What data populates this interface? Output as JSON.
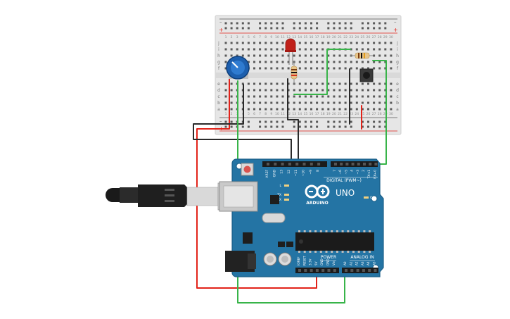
{
  "breadboard": {
    "row_letters_top": [
      "j",
      "i",
      "h",
      "g",
      "f"
    ],
    "row_letters_bottom": [
      "e",
      "d",
      "c",
      "b",
      "a"
    ],
    "column_numbers_shown": [
      "1",
      "5",
      "10",
      "15",
      "20",
      "25",
      "30"
    ],
    "column_labels_all": [
      "1",
      "2",
      "3",
      "4",
      "5",
      "6",
      "7",
      "8",
      "9",
      "10",
      "11",
      "12",
      "13",
      "14",
      "15",
      "16",
      "17",
      "18",
      "19",
      "20",
      "21",
      "22",
      "23",
      "24",
      "25",
      "26",
      "27",
      "28",
      "29",
      "30"
    ],
    "rail_plus": "+",
    "rail_minus": "–"
  },
  "arduino": {
    "model": "UNO",
    "brand": "ARDUINO",
    "digital_header_title": "DIGITAL (PWM~)",
    "power_header_title": "POWER",
    "analog_header_title": "ANALOG IN",
    "digital_pins_left": [
      "AREF",
      "GND",
      "13",
      "12",
      "~11",
      "~10",
      "~9",
      "8"
    ],
    "digital_pins_right": [
      "7",
      "~6",
      "~5",
      "4",
      "~3",
      "2",
      "TX➔1",
      "RX←0"
    ],
    "power_pins": [
      "IOREF",
      "RESET",
      "3.3V",
      "5V",
      "GND",
      "GND",
      "Vin"
    ],
    "analog_pins": [
      "A0",
      "A1",
      "A2",
      "A3",
      "A4",
      "A5"
    ],
    "led_labels": [
      "L",
      "TX",
      "RX",
      "ON"
    ]
  },
  "colors": {
    "board_blue": "#2474a4",
    "board_blue_dark": "#1c5f88",
    "breadboard_bg": "#e6e6e6",
    "wire_red": "#e2231a",
    "wire_black": "#2a2a2a",
    "wire_green": "#38b449",
    "led_red": "#c0211b",
    "pot_blue": "#1d5fae"
  },
  "icons": [
    "usb-cable-icon",
    "potentiometer-icon",
    "led-icon",
    "resistor-icon",
    "pushbutton-icon",
    "reset-button-icon",
    "infinity-logo-icon"
  ]
}
